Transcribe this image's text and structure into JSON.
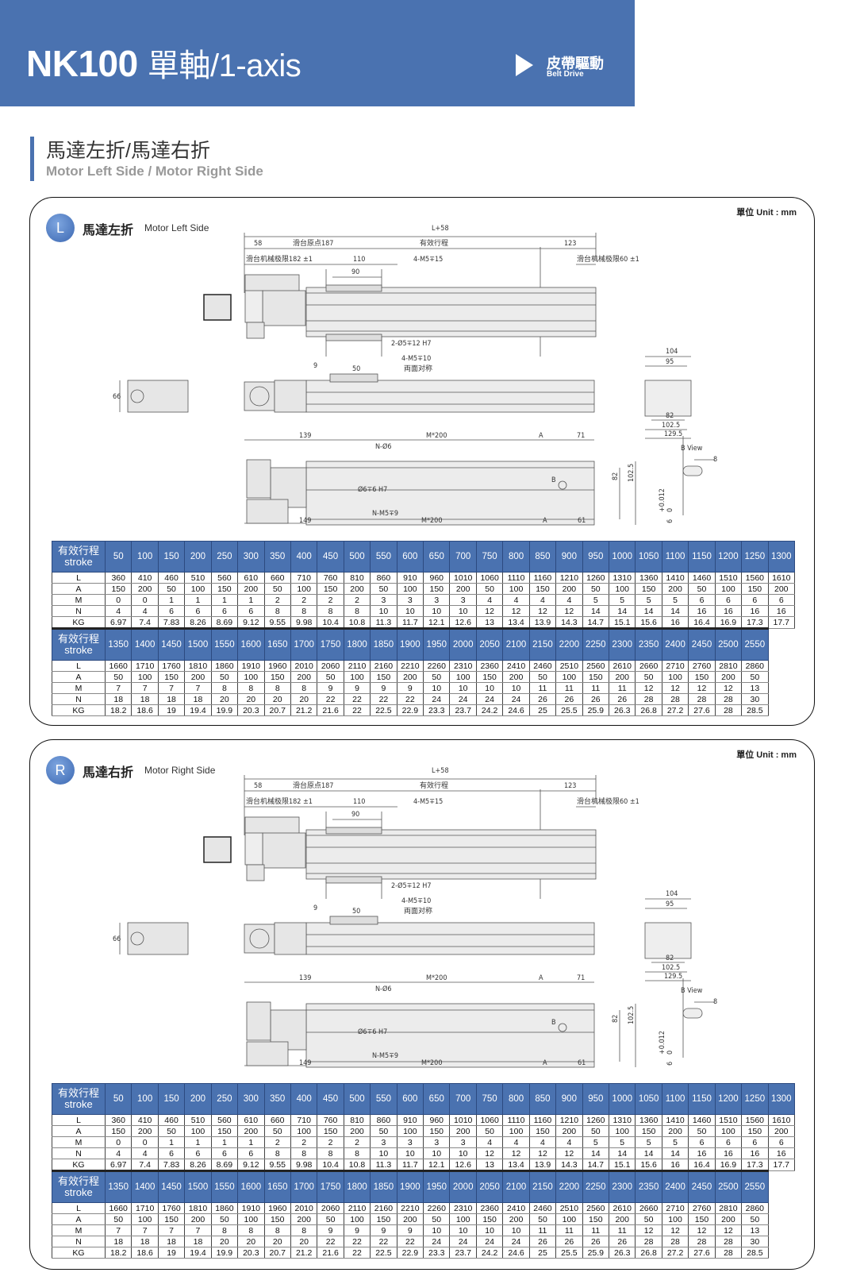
{
  "header": {
    "model": "NK100",
    "title_cn": "單軸",
    "title_en": "/1-axis",
    "drive_cn": "皮帶驅動",
    "drive_en": "Belt Drive"
  },
  "section": {
    "title_cn": "馬達左折/馬達右折",
    "title_en": "Motor Left Side / Motor Right Side"
  },
  "unit_label": "單位 Unit : mm",
  "panels": [
    {
      "badge": "L",
      "title_cn": "馬達左折",
      "title_en": "Motor Left Side"
    },
    {
      "badge": "R",
      "title_cn": "馬達右折",
      "title_en": "Motor Right Side"
    }
  ],
  "drawing_labels": {
    "l58": "L+58",
    "d58": "58",
    "origin": "滑台原点187",
    "stroke": "有效行程",
    "d123": "123",
    "limit182": "滑台机械极限182 ±1",
    "d110": "110",
    "d90": "90",
    "m5_15": "4-M5∓15",
    "limit60": "滑台机械极限60 ±1",
    "pin5": "2-Ø5∓12 H7",
    "m5_10": "4-M5∓10",
    "sym": "両面对称",
    "d9": "9",
    "d50": "50",
    "d66": "66",
    "d104": "104",
    "d95": "95",
    "d82": "82",
    "d1025": "102.5",
    "d1295": "129.5",
    "bview": "B View",
    "d8": "8",
    "d139": "139",
    "m200": "M*200",
    "a": "A",
    "d71": "71",
    "n6": "N-Ø6",
    "pin6": "Ø6∓6 H7",
    "b": "B",
    "nm5": "N-M5∓9",
    "d149": "149",
    "d61": "61",
    "tol": "+0.012",
    "tol0": "0",
    "d6": "6"
  },
  "spec_table": {
    "row_labels": [
      "L",
      "A",
      "M",
      "N",
      "KG"
    ],
    "stroke_label_cn": "有效行程",
    "stroke_label_en": "stroke",
    "blocks": [
      {
        "stroke": [
          "50",
          "100",
          "150",
          "200",
          "250",
          "300",
          "350",
          "400",
          "450",
          "500",
          "550",
          "600",
          "650",
          "700",
          "750",
          "800",
          "850",
          "900",
          "950",
          "1000",
          "1050",
          "1100",
          "1150",
          "1200",
          "1250",
          "1300"
        ],
        "L": [
          "360",
          "410",
          "460",
          "510",
          "560",
          "610",
          "660",
          "710",
          "760",
          "810",
          "860",
          "910",
          "960",
          "1010",
          "1060",
          "1110",
          "1160",
          "1210",
          "1260",
          "1310",
          "1360",
          "1410",
          "1460",
          "1510",
          "1560",
          "1610"
        ],
        "A": [
          "150",
          "200",
          "50",
          "100",
          "150",
          "200",
          "50",
          "100",
          "150",
          "200",
          "50",
          "100",
          "150",
          "200",
          "50",
          "100",
          "150",
          "200",
          "50",
          "100",
          "150",
          "200",
          "50",
          "100",
          "150",
          "200"
        ],
        "M": [
          "0",
          "0",
          "1",
          "1",
          "1",
          "1",
          "2",
          "2",
          "2",
          "2",
          "3",
          "3",
          "3",
          "3",
          "4",
          "4",
          "4",
          "4",
          "5",
          "5",
          "5",
          "5",
          "6",
          "6",
          "6",
          "6"
        ],
        "N": [
          "4",
          "4",
          "6",
          "6",
          "6",
          "6",
          "8",
          "8",
          "8",
          "8",
          "10",
          "10",
          "10",
          "10",
          "12",
          "12",
          "12",
          "12",
          "14",
          "14",
          "14",
          "14",
          "16",
          "16",
          "16",
          "16"
        ],
        "KG": [
          "6.97",
          "7.4",
          "7.83",
          "8.26",
          "8.69",
          "9.12",
          "9.55",
          "9.98",
          "10.4",
          "10.8",
          "11.3",
          "11.7",
          "12.1",
          "12.6",
          "13",
          "13.4",
          "13.9",
          "14.3",
          "14.7",
          "15.1",
          "15.6",
          "16",
          "16.4",
          "16.9",
          "17.3",
          "17.7"
        ]
      },
      {
        "stroke": [
          "1350",
          "1400",
          "1450",
          "1500",
          "1550",
          "1600",
          "1650",
          "1700",
          "1750",
          "1800",
          "1850",
          "1900",
          "1950",
          "2000",
          "2050",
          "2100",
          "2150",
          "2200",
          "2250",
          "2300",
          "2350",
          "2400",
          "2450",
          "2500",
          "2550"
        ],
        "L": [
          "1660",
          "1710",
          "1760",
          "1810",
          "1860",
          "1910",
          "1960",
          "2010",
          "2060",
          "2110",
          "2160",
          "2210",
          "2260",
          "2310",
          "2360",
          "2410",
          "2460",
          "2510",
          "2560",
          "2610",
          "2660",
          "2710",
          "2760",
          "2810",
          "2860"
        ],
        "A": [
          "50",
          "100",
          "150",
          "200",
          "50",
          "100",
          "150",
          "200",
          "50",
          "100",
          "150",
          "200",
          "50",
          "100",
          "150",
          "200",
          "50",
          "100",
          "150",
          "200",
          "50",
          "100",
          "150",
          "200",
          "50"
        ],
        "M": [
          "7",
          "7",
          "7",
          "7",
          "8",
          "8",
          "8",
          "8",
          "9",
          "9",
          "9",
          "9",
          "10",
          "10",
          "10",
          "10",
          "11",
          "11",
          "11",
          "11",
          "12",
          "12",
          "12",
          "12",
          "13"
        ],
        "N": [
          "18",
          "18",
          "18",
          "18",
          "20",
          "20",
          "20",
          "20",
          "22",
          "22",
          "22",
          "22",
          "24",
          "24",
          "24",
          "24",
          "26",
          "26",
          "26",
          "26",
          "28",
          "28",
          "28",
          "28",
          "30"
        ],
        "KG": [
          "18.2",
          "18.6",
          "19",
          "19.4",
          "19.9",
          "20.3",
          "20.7",
          "21.2",
          "21.6",
          "22",
          "22.5",
          "22.9",
          "23.3",
          "23.7",
          "24.2",
          "24.6",
          "25",
          "25.5",
          "25.9",
          "26.3",
          "26.8",
          "27.2",
          "27.6",
          "28",
          "28.5"
        ]
      }
    ]
  },
  "colors": {
    "brand": "#4a72b0"
  }
}
